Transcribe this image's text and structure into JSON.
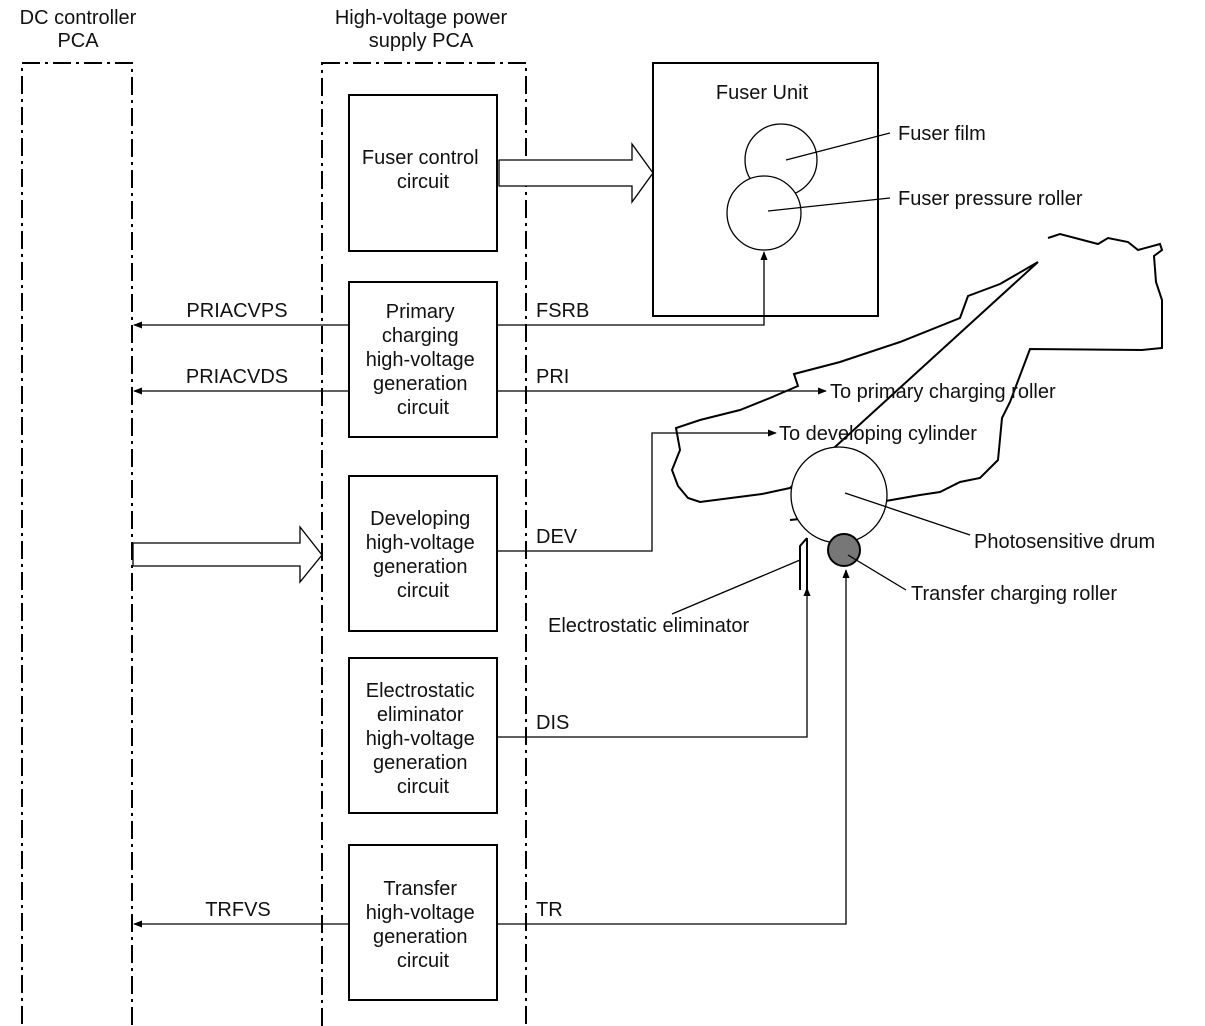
{
  "panels": {
    "dc_controller_line1": "DC controller",
    "dc_controller_line2": "PCA",
    "hv_supply_line1": "High-voltage power",
    "hv_supply_line2": "supply PCA"
  },
  "circuits": {
    "fuser_control": [
      "Fuser control",
      "circuit"
    ],
    "primary_charging": [
      "Primary",
      "charging",
      "high-voltage",
      "generation",
      "circuit"
    ],
    "developing": [
      "Developing",
      "high-voltage",
      "generation",
      "circuit"
    ],
    "eliminator": [
      "Electrostatic",
      "eliminator",
      "high-voltage",
      "generation",
      "circuit"
    ],
    "transfer": [
      "Transfer",
      "high-voltage",
      "generation",
      "circuit"
    ]
  },
  "fuser_unit": {
    "title": "Fuser Unit",
    "film_label": "Fuser film",
    "pressure_roller_label": "Fuser pressure roller"
  },
  "signals": {
    "priacvps": "PRIACVPS",
    "priacvds": "PRIACVDS",
    "trfvs": "TRFVS",
    "fsrb": "FSRB",
    "pri": "PRI",
    "dev": "DEV",
    "dis": "DIS",
    "tr": "TR"
  },
  "targets": {
    "primary_roller": "To primary charging roller",
    "developing_cylinder": "To developing cylinder",
    "photosensitive_drum": "Photosensitive drum",
    "transfer_roller": "Transfer charging roller",
    "eliminator": "Electrostatic eliminator"
  },
  "colors": {
    "line": "#000000",
    "transfer_roller_fill": "#777777",
    "background": "#ffffff"
  }
}
